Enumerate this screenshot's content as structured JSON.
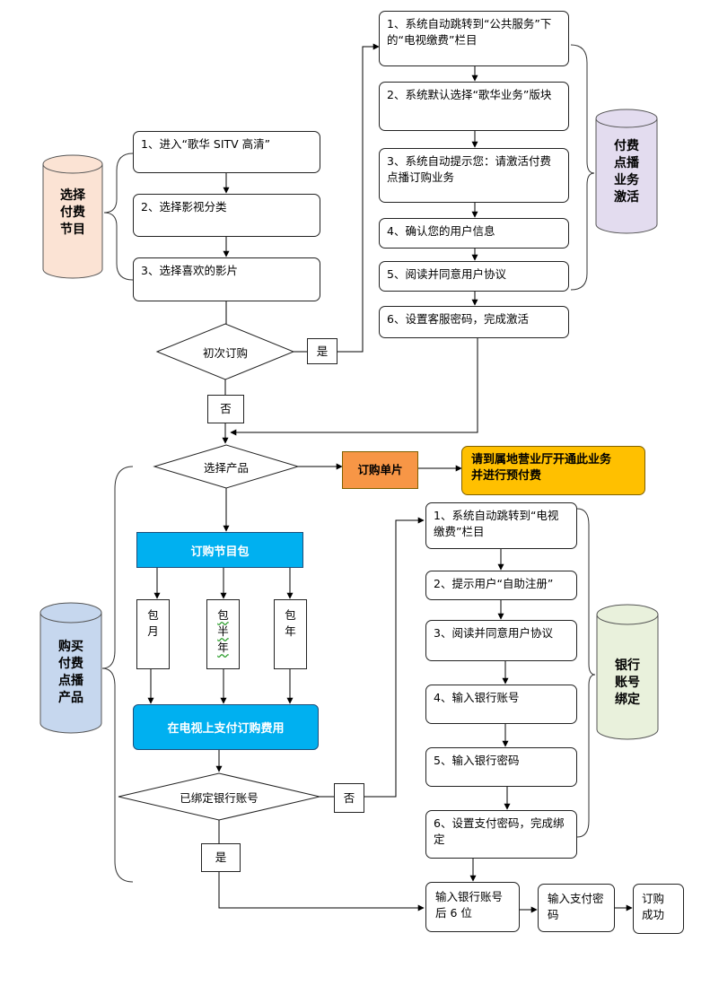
{
  "colors": {
    "cyl_select": "#fbe3d4",
    "cyl_activate": "#e3dcef",
    "cyl_buy": "#c6d7ee",
    "cyl_bank": "#e9f1dc",
    "order_single": "#f79646",
    "notice": "#ffc000",
    "package_bar": "#00b0f0",
    "pay_bar": "#00b0f0"
  },
  "cylinders": {
    "select": [
      "选择",
      "付费",
      "节目"
    ],
    "activate": [
      "付费",
      "点播",
      "业务",
      "激活"
    ],
    "buy": [
      "购买",
      "付费",
      "点播",
      "产品"
    ],
    "bank": [
      "银行",
      "账号",
      "绑定"
    ]
  },
  "select_steps": [
    "1、进入“歌华 SITV 高清”",
    "2、选择影视分类",
    "3、选择喜欢的影片"
  ],
  "activate_steps": [
    "1、系统自动跳转到“公共服务”下的“电视缴费”栏目",
    "2、系统默认选择“歌华业务”版块",
    "3、系统自动提示您：请激活付费点播订购业务",
    "4、确认您的用户信息",
    "5、阅读并同意用户协议",
    "6、设置客服密码，完成激活"
  ],
  "decisions": {
    "first_order": "初次订购",
    "choose_product": "选择产品",
    "bank_bound": "已绑定银行账号"
  },
  "labels": {
    "yes1": "是",
    "no1": "否",
    "no2": "否",
    "yes2": "是"
  },
  "order_single": "订购单片",
  "notice": [
    "请到属地营业厅开通此业务",
    "并进行预付费"
  ],
  "package_bar": "订购节目包",
  "packages": [
    [
      "包",
      "月"
    ],
    [
      "包",
      "半",
      "年"
    ],
    [
      "包",
      "年"
    ]
  ],
  "pay_bar": "在电视上支付订购费用",
  "bank_steps": [
    "1、系统自动跳转到“电视缴费”栏目",
    "2、提示用户“自助注册”",
    "3、阅读并同意用户协议",
    "4、输入银行账号",
    "5、输入银行密码",
    "6、设置支付密码，完成绑定"
  ],
  "final_steps": [
    "输入银行账号后 6 位",
    "输入支付密码",
    "订购成功"
  ]
}
